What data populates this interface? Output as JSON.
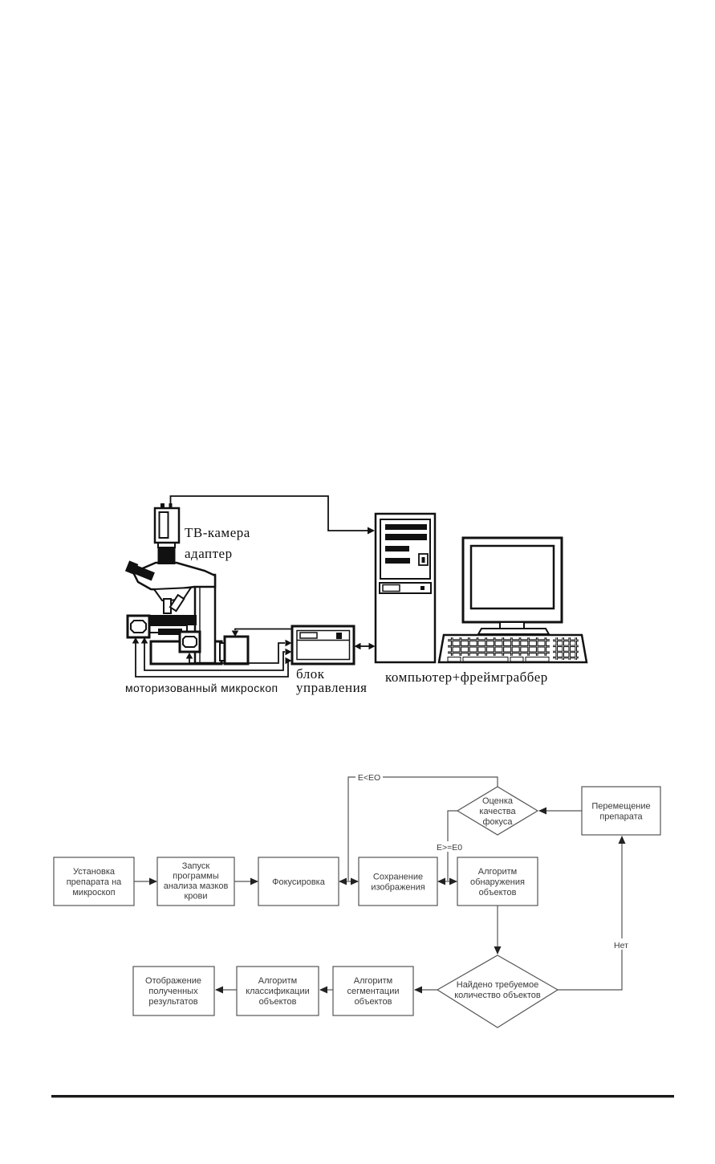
{
  "page": {
    "background": "#ffffff",
    "rule_color": "#1a1a1a"
  },
  "hardware": {
    "labels": {
      "tv_camera": "ТВ-камера",
      "adapter": "адаптер",
      "motorized_microscope": "моторизованный микроскоп",
      "control_unit": [
        "блок",
        "управления"
      ],
      "computer": "компьютер+фреймграббер"
    }
  },
  "flowchart": {
    "nodes": {
      "setup": [
        "Установка",
        "препарата на",
        "микроскоп"
      ],
      "launch": [
        "Запуск",
        "программы",
        "анализа мазков",
        "крови"
      ],
      "focus": [
        "Фокусировка"
      ],
      "save": [
        "Сохранение",
        "изображения"
      ],
      "detect": [
        "Алгоритм",
        "обнаружения",
        "объектов"
      ],
      "quality": [
        "Оценка",
        "качества",
        "фокуса"
      ],
      "move": [
        "Перемещение",
        "препарата"
      ],
      "found": [
        "Найдено требуемое",
        "количество объектов"
      ],
      "segment": [
        "Алгоритм",
        "сегментации",
        "объектов"
      ],
      "classify": [
        "Алгоритм",
        "классификации",
        "объектов"
      ],
      "display": [
        "Отображение",
        "полученных",
        "результатов"
      ]
    },
    "edge_labels": {
      "focus_bad": "E<EO",
      "focus_ok": "E>=E0",
      "not_found": "Нет"
    }
  }
}
